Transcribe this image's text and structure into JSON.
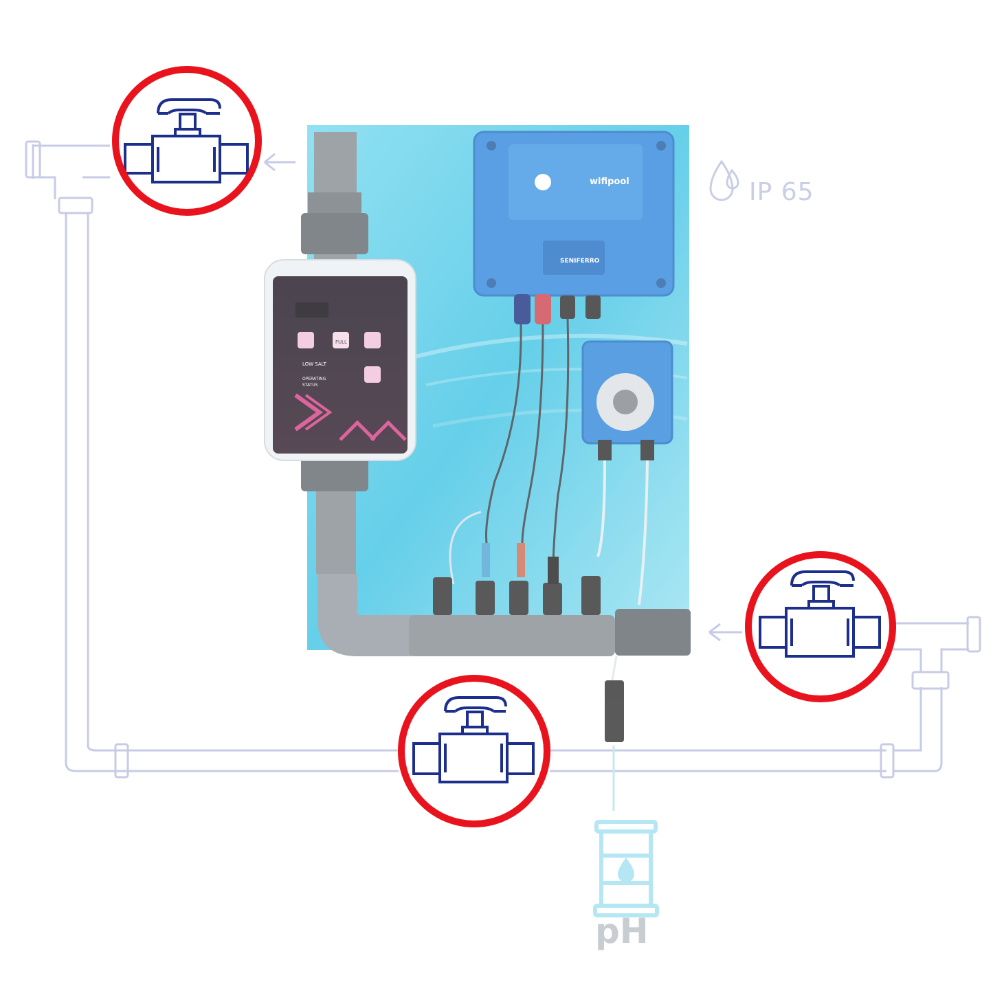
{
  "labels": {
    "ip_rating": "IP 65",
    "chemical": "pH"
  },
  "device": {
    "controller_brand": "wifipool",
    "controller_maker": "SENIFERRO",
    "chlorinator_status_1": "LOW SALT",
    "chlorinator_status_2": "OPERATING",
    "chlorinator_status_3": "STATUS",
    "chlorinator_button": "FULL"
  },
  "highlights": [
    {
      "name": "valve-top-left",
      "color": "#e8131c"
    },
    {
      "name": "valve-right",
      "color": "#e8131c"
    },
    {
      "name": "valve-bottom",
      "color": "#e8131c"
    }
  ],
  "colors": {
    "highlight": "#e8131c",
    "valve": "#1d2f8c",
    "pipe": "#c7cbe5",
    "panel": "#5ad0ea",
    "chemical": "#b4e7f3"
  }
}
